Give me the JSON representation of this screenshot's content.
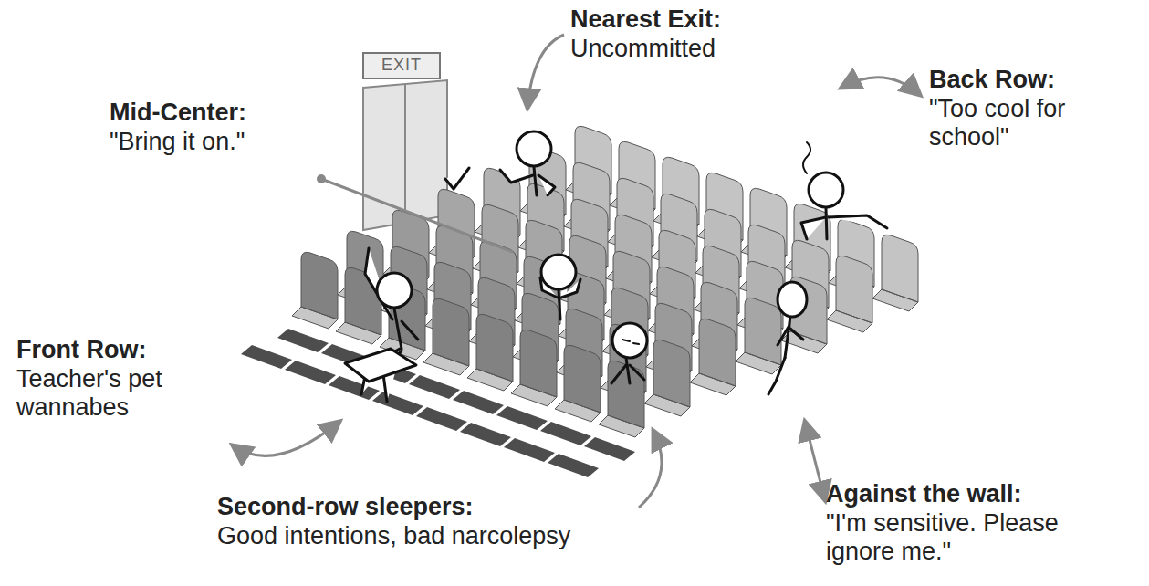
{
  "diagram": {
    "labels": [
      "EXIT",
      "Nearest Exit:",
      "Uncommitted",
      "Back Row:",
      "\"Too cool for school\"",
      "Mid-Center:",
      "\"Bring it on.\"",
      "Front Row:",
      "Teacher's pet wannabes",
      "Second-row sleepers:",
      "Good intentions, bad narcolepsy",
      "Against the wall:",
      "\"I'm sensitive. Please ignore me.\""
    ]
  }
}
